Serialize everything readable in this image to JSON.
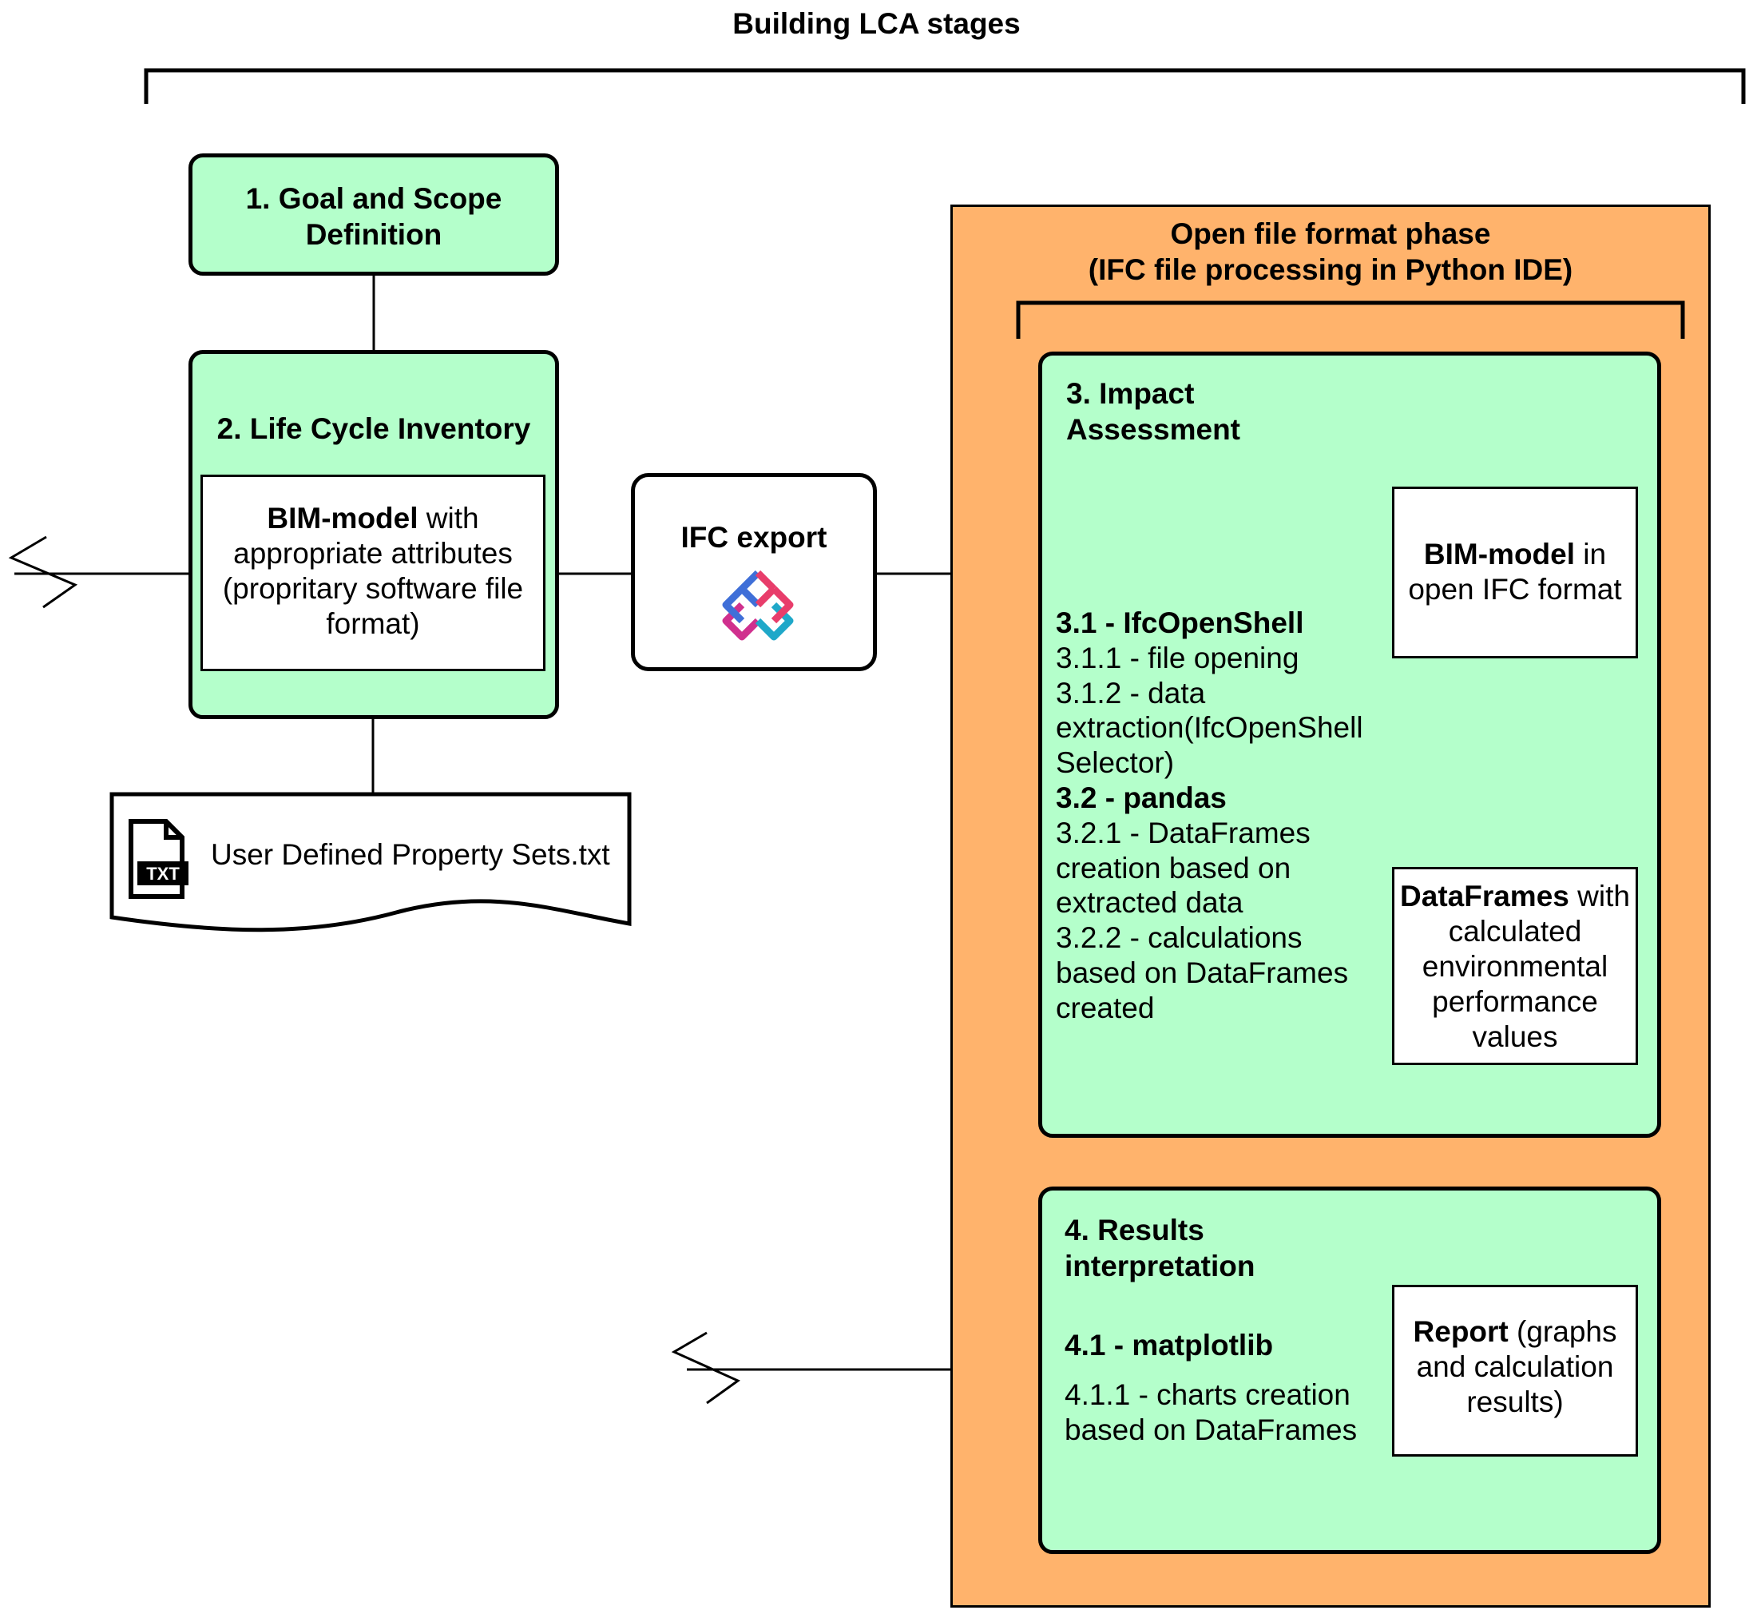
{
  "title": "Building LCA stages",
  "stage1": {
    "line1": "1. Goal and Scope",
    "line2": "Definition"
  },
  "stage2": {
    "title": "2. Life Cycle Inventory",
    "bim": {
      "bold": "BIM-model",
      "rest": " with",
      "line2": "appropriate attributes",
      "line3": "(propritary software file",
      "line4": "format)"
    }
  },
  "txt_file": {
    "icon_text": "TXT",
    "label": "User Defined Property Sets.txt"
  },
  "ifc_export": {
    "label": "IFC export"
  },
  "phase": {
    "line1": "Open file format phase",
    "line2": "(IFC file processing in Python IDE)"
  },
  "stage3": {
    "title_line1": "3. Impact",
    "title_line2": "Assessment",
    "items": [
      {
        "bold": "3.1 - IfcOpenShell",
        "rest": ""
      },
      {
        "bold": "",
        "rest": "3.1.1 - file opening"
      },
      {
        "bold": "",
        "rest": "3.1.2 - data"
      },
      {
        "bold": "",
        "rest": "extraction(IfcOpenShell"
      },
      {
        "bold": "",
        "rest": "Selector)"
      },
      {
        "bold": "3.2 - pandas",
        "rest": ""
      },
      {
        "bold": "",
        "rest": "3.2.1 - DataFrames"
      },
      {
        "bold": "",
        "rest": "creation based on"
      },
      {
        "bold": "",
        "rest": "extracted data"
      },
      {
        "bold": "",
        "rest": "3.2.2 - calculations"
      },
      {
        "bold": "",
        "rest": "based on DataFrames"
      },
      {
        "bold": "",
        "rest": "created"
      }
    ],
    "bim_ifc": {
      "bold": "BIM-model",
      "rest": " in",
      "line2": "open IFC format"
    },
    "dataframes": {
      "bold": "DataFrames",
      "rest": " with",
      "line2": "calculated",
      "line3": "environmental",
      "line4": "performance",
      "line5": "values"
    }
  },
  "stage4": {
    "title_line1": "4. Results",
    "title_line2": "interpretation",
    "sub_bold": "4.1 - matplotlib",
    "sub_line1": "4.1.1 - charts creation",
    "sub_line2": "based on DataFrames",
    "report": {
      "bold": "Report",
      "rest": " (graphs",
      "line2": "and calculation",
      "line3": "results)"
    }
  },
  "colors": {
    "green_fill": "#b4ffcb",
    "orange_fill": "#ffb36c",
    "ifc_logo_blue": "#3f6fd8",
    "ifc_logo_magenta": "#d0308e",
    "ifc_logo_teal": "#1fa8c9",
    "ifc_logo_pink": "#e83d6b"
  }
}
